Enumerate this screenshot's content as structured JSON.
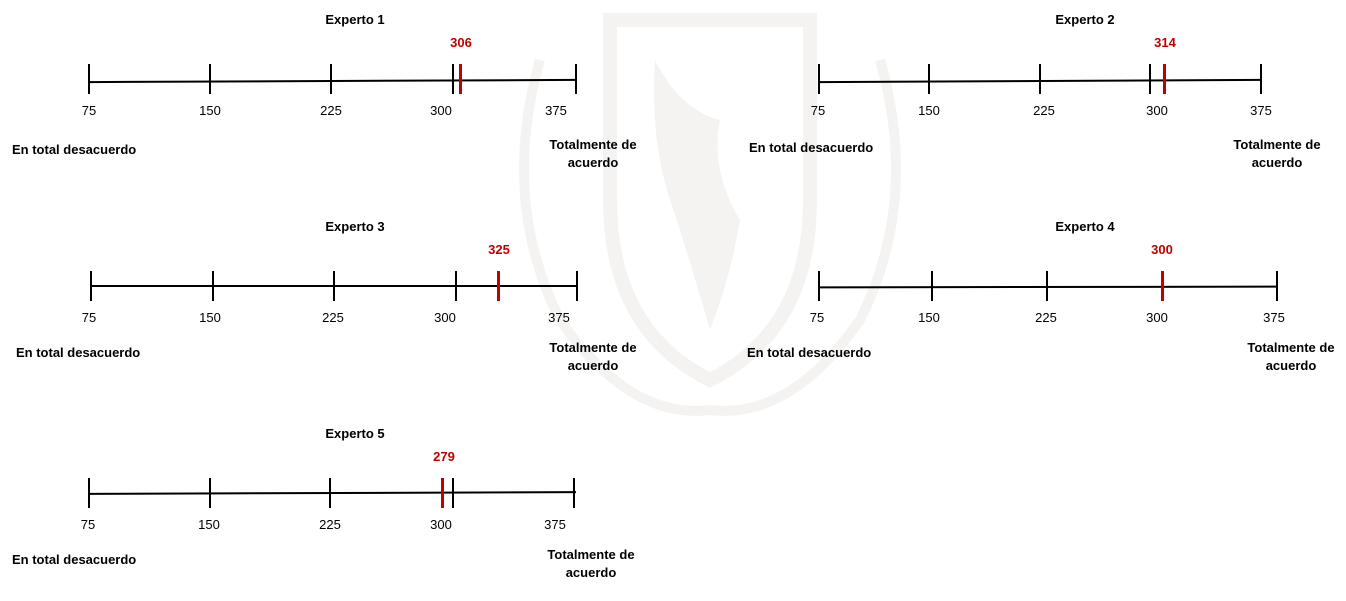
{
  "colors": {
    "marker": "#c00000",
    "axis": "#000000",
    "watermark": "#9a8f80"
  },
  "watermark_icon": "unam-crest-watermark",
  "charts": [
    {
      "title": "Experto 1",
      "value": "306",
      "ticks": [
        "75",
        "150",
        "225",
        "300",
        "375"
      ],
      "left_label": "En total desacuerdo",
      "right_label_line1": "Totalmente de",
      "right_label_line2": "acuerdo"
    },
    {
      "title": "Experto 2",
      "value": "314",
      "ticks": [
        "75",
        "150",
        "225",
        "300",
        "375"
      ],
      "left_label": "En total desacuerdo",
      "right_label_line1": "Totalmente de",
      "right_label_line2": "acuerdo"
    },
    {
      "title": "Experto 3",
      "value": "325",
      "ticks": [
        "75",
        "150",
        "225",
        "300",
        "375"
      ],
      "left_label": "En total desacuerdo",
      "right_label_line1": "Totalmente de",
      "right_label_line2": "acuerdo"
    },
    {
      "title": "Experto 4",
      "value": "300",
      "ticks": [
        "75",
        "150",
        "225",
        "300",
        "375"
      ],
      "left_label": "En total desacuerdo",
      "right_label_line1": "Totalmente de",
      "right_label_line2": "acuerdo"
    },
    {
      "title": "Experto 5",
      "value": "279",
      "ticks": [
        "75",
        "150",
        "225",
        "300",
        "375"
      ],
      "left_label": "En total desacuerdo",
      "right_label_line1": "Totalmente de",
      "right_label_line2": "acuerdo"
    }
  ]
}
